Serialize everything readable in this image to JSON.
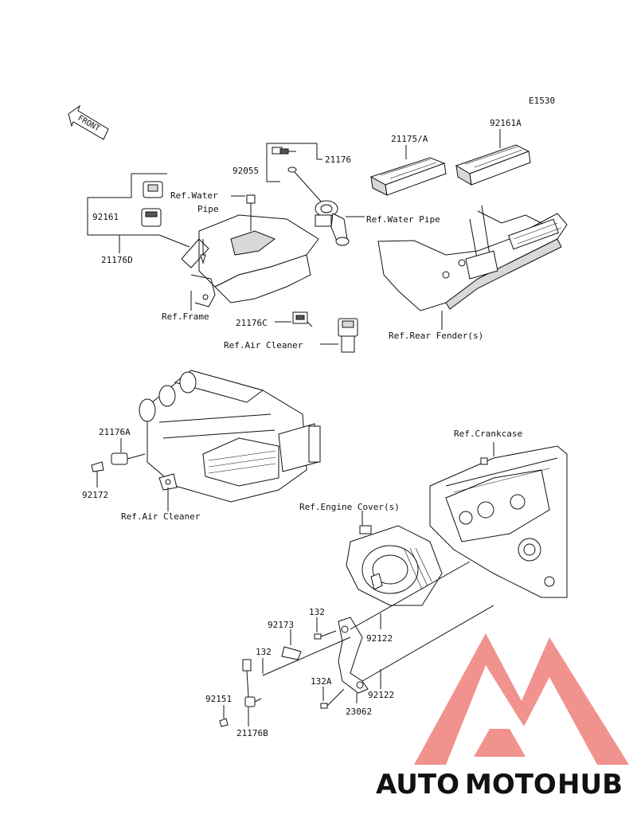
{
  "diagram_code": "E1530",
  "front_label": "FRONT",
  "labels": {
    "p21175A": "21175/A",
    "p92161A": "92161A",
    "p21176_top": "21176",
    "p92055": "92055",
    "ref_water_pipe_right": "Ref.Water Pipe",
    "ref_water_pipe_left_1": "Ref.Water",
    "ref_water_pipe_left_2": "Pipe",
    "p92161": "92161",
    "p21176D": "21176D",
    "ref_frame": "Ref.Frame",
    "p21176C": "21176C",
    "ref_air_cleaner_top": "Ref.Air Cleaner",
    "ref_rear_fender": "Ref.Rear Fender(s)",
    "p21176A": "21176A",
    "p92172": "92172",
    "ref_air_cleaner_mid": "Ref.Air Cleaner",
    "ref_crankcase": "Ref.Crankcase",
    "ref_engine_cover": "Ref.Engine Cover(s)",
    "p132_a": "132",
    "p92173": "92173",
    "p92122_a": "92122",
    "p132_b": "132",
    "p132A": "132A",
    "p92122_b": "92122",
    "p92151": "92151",
    "p23062": "23062",
    "p21176B": "21176B"
  },
  "watermark": {
    "part1": "AUTO",
    "part2": "MOTO",
    "part3": "HUB",
    "color_orange": "#f5b26a",
    "color_red": "#ef7f7a",
    "color_gray": "#6b6b6b"
  }
}
